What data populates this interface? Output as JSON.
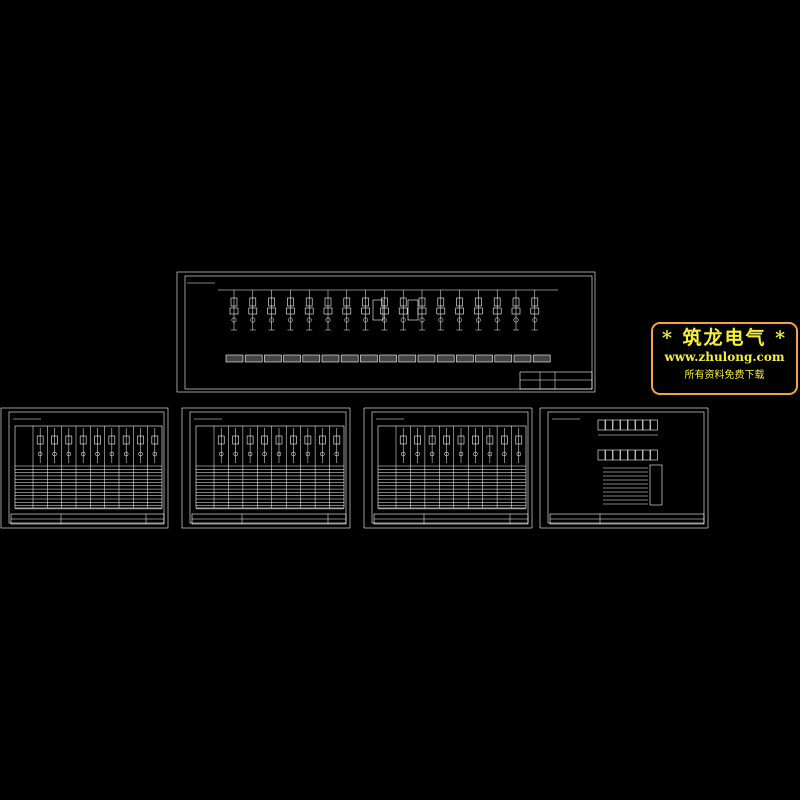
{
  "drawings": [
    {
      "name": "overview-single-line-diagram",
      "feeder_count": 17
    },
    {
      "name": "schedule-sheet-1",
      "columns": 9
    },
    {
      "name": "schedule-sheet-2",
      "columns": 9
    },
    {
      "name": "schedule-sheet-3",
      "columns": 9
    },
    {
      "name": "layout-sheet-4"
    }
  ],
  "watermark": {
    "line1": "* 筑龙电气 *",
    "line2": "www.zhulong.com",
    "line3": "所有资料免费下载"
  },
  "colors": {
    "background": "#000000",
    "linework": "#ffffff",
    "watermark_text": "#f5ee3a",
    "watermark_border": "#f4a14a"
  }
}
